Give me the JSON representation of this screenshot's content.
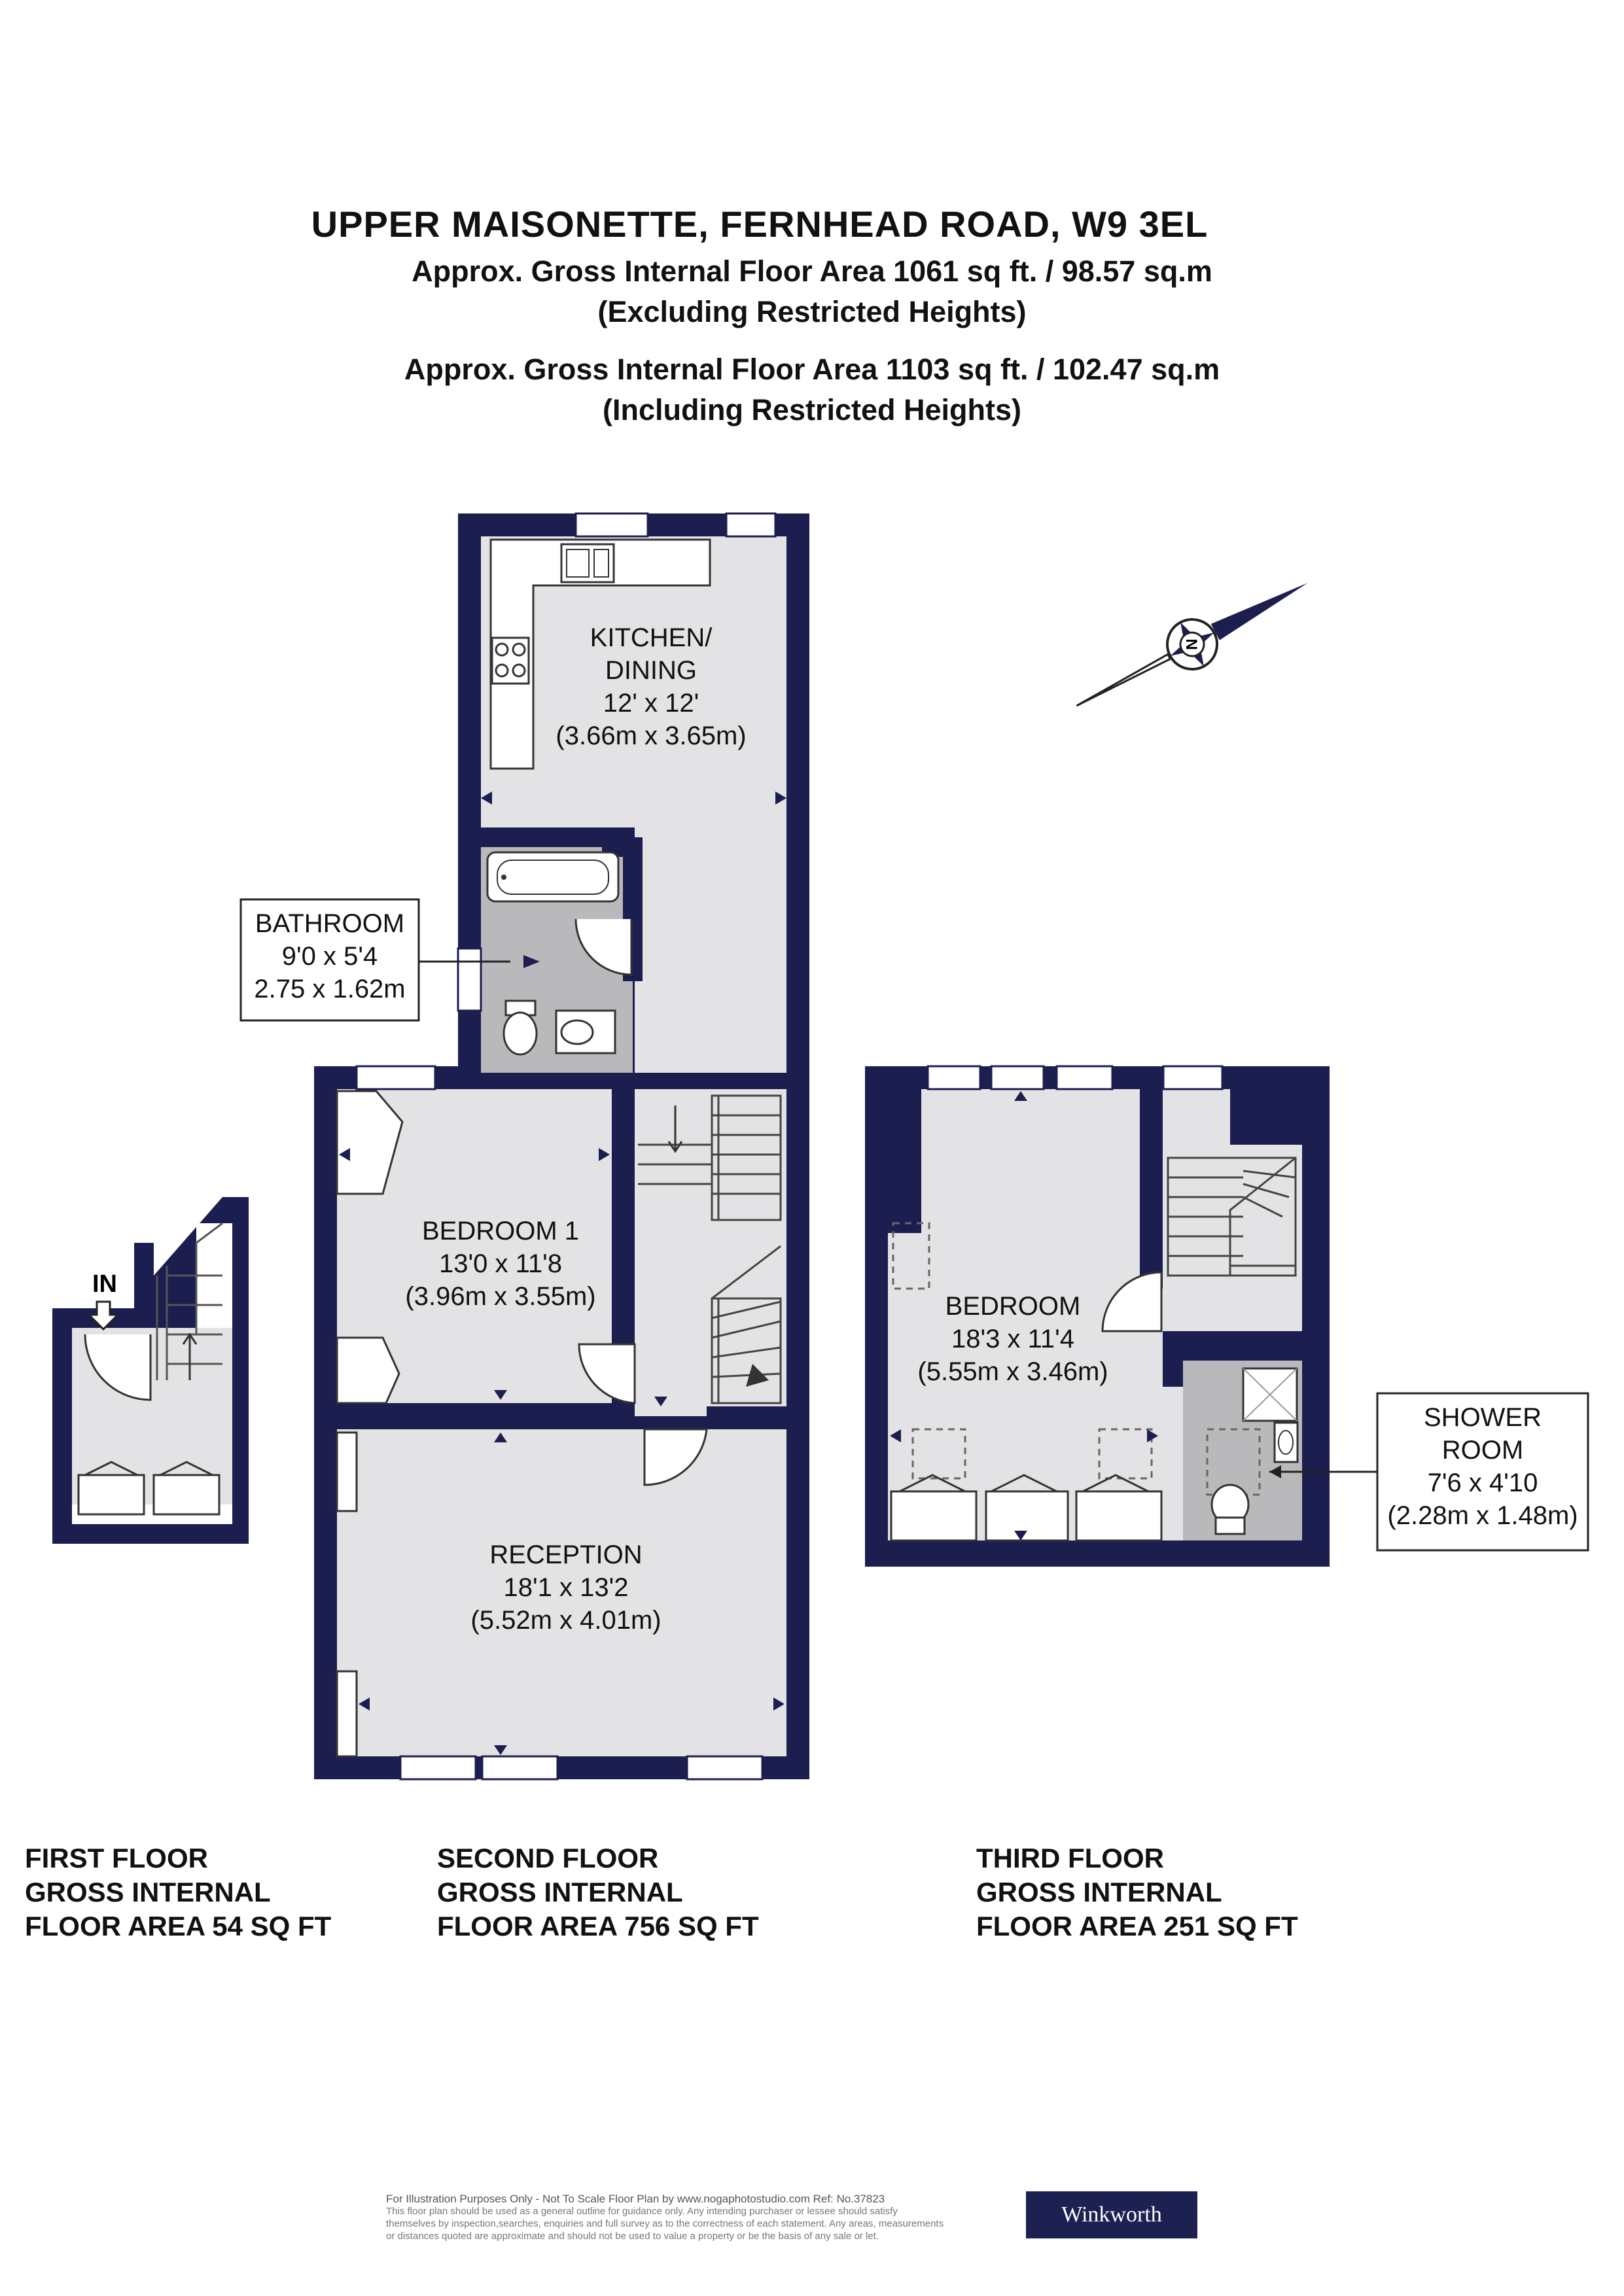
{
  "header": {
    "title": "UPPER MAISONETTE, FERNHEAD ROAD, W9 3EL",
    "area_excluding": "Approx. Gross Internal Floor Area 1061 sq ft. / 98.57 sq.m",
    "excluding_note": "(Excluding Restricted Heights)",
    "area_including": "Approx. Gross Internal Floor Area 1103 sq ft. / 102.47 sq.m",
    "including_note": "(Including Restricted Heights)"
  },
  "rooms": {
    "kitchen": {
      "name1": "KITCHEN/",
      "name2": "DINING",
      "imperial": "12' x 12'",
      "metric": "(3.66m x 3.65m)"
    },
    "bathroom": {
      "name": "BATHROOM",
      "imperial": "9'0 x 5'4",
      "metric": "2.75 x 1.62m"
    },
    "bedroom1": {
      "name": "BEDROOM 1",
      "imperial": "13'0 x 11'8",
      "metric": "(3.96m x 3.55m)"
    },
    "reception": {
      "name": "RECEPTION",
      "imperial": "18'1 x 13'2",
      "metric": "(5.52m x 4.01m)"
    },
    "bedroom": {
      "name": "BEDROOM",
      "imperial": "18'3 x 11'4",
      "metric": "(5.55m x 3.46m)"
    },
    "shower": {
      "name1": "SHOWER",
      "name2": "ROOM",
      "imperial": "7'6 x 4'10",
      "metric": "(2.28m x 1.48m)"
    }
  },
  "entrance_label": "IN",
  "compass_label": "N",
  "floors": {
    "first": {
      "line1": "FIRST FLOOR",
      "line2": "GROSS INTERNAL",
      "line3": "FLOOR AREA 54 SQ FT"
    },
    "second": {
      "line1": "SECOND FLOOR",
      "line2": "GROSS INTERNAL",
      "line3": "FLOOR AREA 756 SQ FT"
    },
    "third": {
      "line1": "THIRD FLOOR",
      "line2": "GROSS INTERNAL",
      "line3": "FLOOR AREA 251 SQ FT"
    }
  },
  "footer": {
    "line1": "For Illustration Purposes Only - Not To Scale   Floor Plan by www.nogaphotostudio.com   Ref: No.37823",
    "line2": "This floor plan should be used as a general outline for guidance only. Any intending purchaser or lessee should satisfy",
    "line3": "themselves by inspection,searches, enquiries and full survey as to the correctness of each statement. Any areas, measurements",
    "line4": "or distances quoted are approximate and should not be used to value a property or be the basis of any sale or let."
  },
  "agent_logo": "Winkworth",
  "colors": {
    "wall": "#1c1e4f",
    "floor": "#e3e3e5",
    "wet_area": "#b9b9bb"
  }
}
